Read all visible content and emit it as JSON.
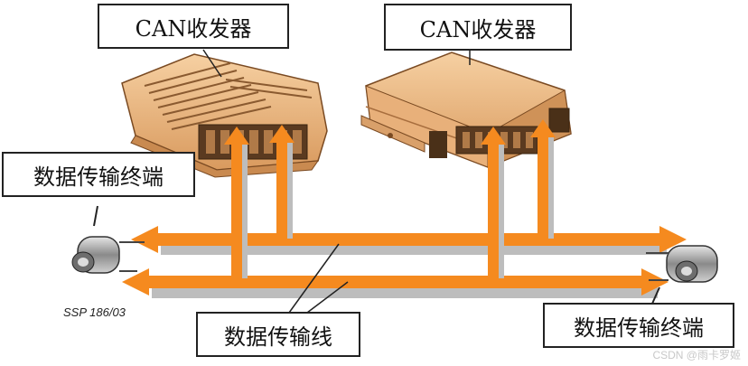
{
  "labels": {
    "transceiver_left": "CAN收发器",
    "transceiver_right": "CAN收发器",
    "terminator_left": "数据传输终端",
    "terminator_right": "数据传输终端",
    "bus_line": "数据传输线"
  },
  "figure_code": "SSP 186/03",
  "watermark": "CSDN @雨卡罗姬",
  "colors": {
    "bus_orange": "#f58a1f",
    "bus_shadow": "#bdbdbd",
    "ecu_body": "#f0bf8a",
    "ecu_shade": "#d99a5e",
    "ecu_dark": "#7a4a22",
    "terminator": "#9a9a9a"
  }
}
